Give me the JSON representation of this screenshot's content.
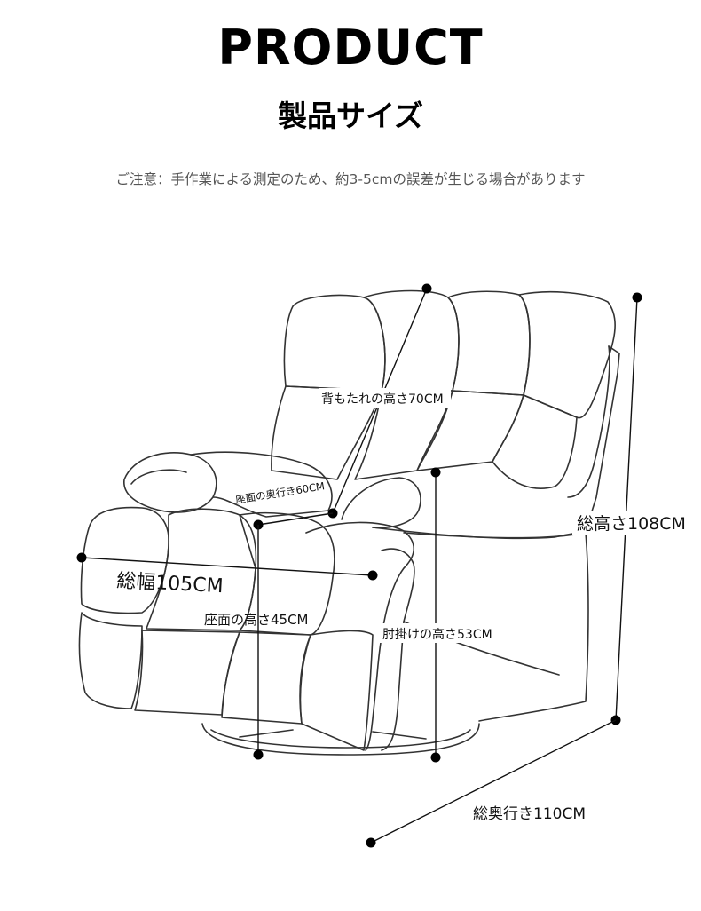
{
  "header": {
    "title": "PRODUCT",
    "subtitle": "製品サイズ",
    "notice": "ご注意：手作業による測定のため、約3-5cmの誤差が生じる場合があります"
  },
  "dimensions": {
    "backrest_height": "背もたれの高さ70CM",
    "seat_depth": "座面の奥行き60CM",
    "total_height": "総高さ108CM",
    "total_width": "総幅105CM",
    "seat_height": "座面の高さ45CM",
    "armrest_height": "肘掛けの高さ53CM",
    "total_depth": "総奥行き110CM"
  }
}
